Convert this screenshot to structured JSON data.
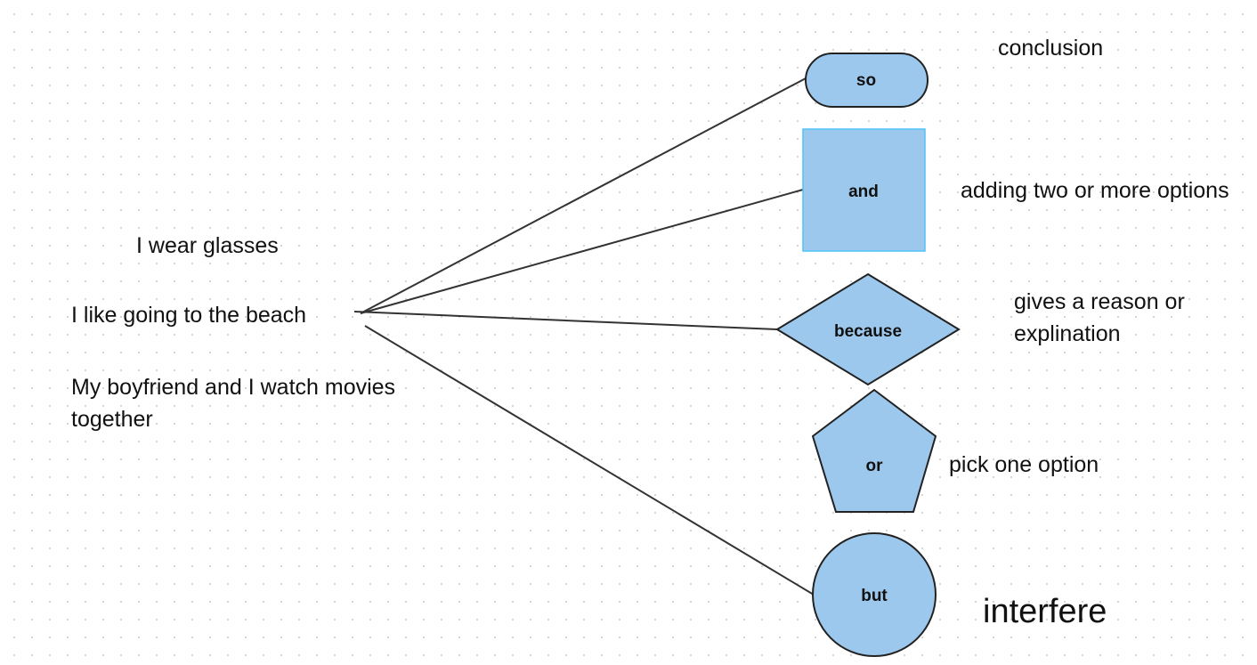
{
  "sentences": {
    "glasses": "I wear glasses",
    "beach": "I like going to the beach",
    "movies": "My boyfriend and I watch movies together"
  },
  "conjunctions": {
    "so": {
      "word": "so",
      "meaning": "conclusion",
      "shape": "rounded-rectangle"
    },
    "and": {
      "word": "and",
      "meaning": "adding two or more options",
      "shape": "square"
    },
    "because": {
      "word": "because",
      "meaning": "gives a reason or explination",
      "shape": "diamond"
    },
    "or": {
      "word": "or",
      "meaning": "pick one option",
      "shape": "pentagon"
    },
    "but": {
      "word": "but",
      "meaning": "interfere",
      "shape": "circle"
    }
  },
  "colors": {
    "shape_fill": "#9dc8ed",
    "shape_stroke": "#222222",
    "square_stroke": "#4fc3f7",
    "connector": "#333333",
    "grid_dot": "#d3d3d3"
  }
}
